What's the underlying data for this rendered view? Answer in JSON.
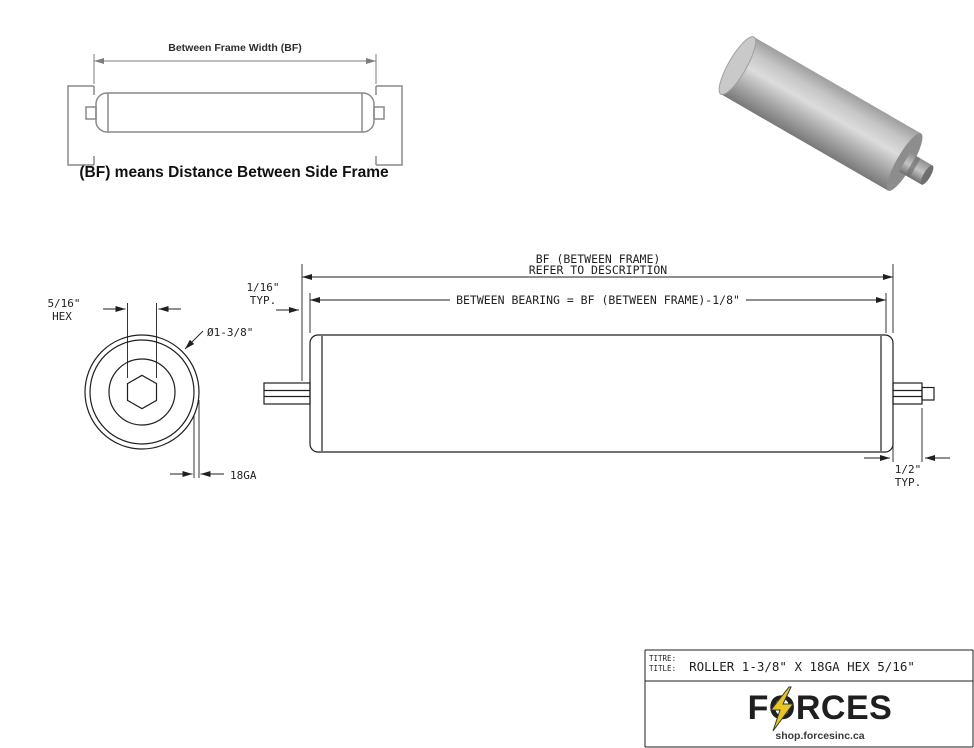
{
  "colors": {
    "line": "#1f1f1f",
    "inset_line": "#8a8a8a",
    "brand": "#3f4d44",
    "accent": "#e9c422"
  },
  "inset": {
    "dim_label": "Between Frame Width (BF)",
    "caption": "(BF) means Distance Between Side Frame"
  },
  "end_view": {
    "hex_size": "5/16\"",
    "hex_word": "HEX",
    "diameter": "Ø1-3/8\"",
    "gauge": "18GA"
  },
  "side_view": {
    "bf_line1": "BF (BETWEEN FRAME)",
    "bf_line2": "REFER TO DESCRIPTION",
    "between_bearing": "BETWEEN BEARING = BF (BETWEEN FRAME)-1/8\"",
    "left_typ_value": "1/16\"",
    "left_typ_word": "TYP.",
    "right_typ_value": "1/2\"",
    "right_typ_word": "TYP."
  },
  "title_block": {
    "label_titre": "TITRE:",
    "label_title": "TITLE:",
    "title": "ROLLER 1-3/8\" X 18GA HEX 5/16\"",
    "brand": "FORCES",
    "logo_icon": "lightning-bolt",
    "website": "shop.forcesinc.ca"
  }
}
